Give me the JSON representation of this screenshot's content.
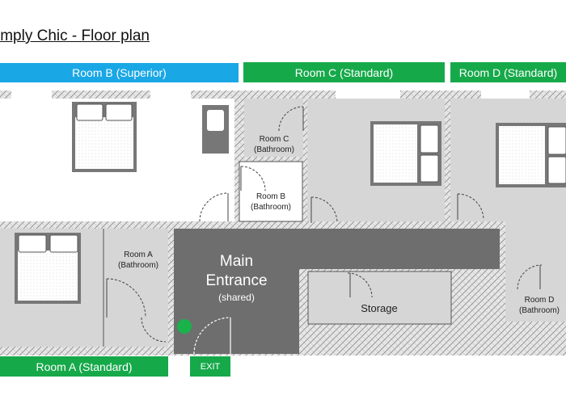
{
  "title": "imply Chic - Floor plan",
  "banners": {
    "room_b": "Room B (Superior)",
    "room_c": "Room C (Standard)",
    "room_d": "Room D (Standard)",
    "room_a": "Room A (Standard)",
    "exit": "EXIT"
  },
  "labels": {
    "room_c_bathroom": [
      "Room C",
      "(Bathroom)"
    ],
    "room_b_bathroom": [
      "Room B",
      "(Bathroom)"
    ],
    "room_a_bathroom": [
      "Room A",
      "(Bathroom)"
    ],
    "room_d_bathroom": [
      "Room D",
      "(Bathroom)"
    ],
    "main_entrance": [
      "Main",
      "Entrance",
      "(shared)"
    ],
    "storage": "Storage"
  },
  "colors": {
    "blue": "#1aa7e6",
    "green": "#16a94a",
    "floor_gray": "#d6d6d6",
    "hall_gray": "#6e6e6e",
    "wall": "#9a9a9a",
    "exit_dot": "#19b24b"
  }
}
